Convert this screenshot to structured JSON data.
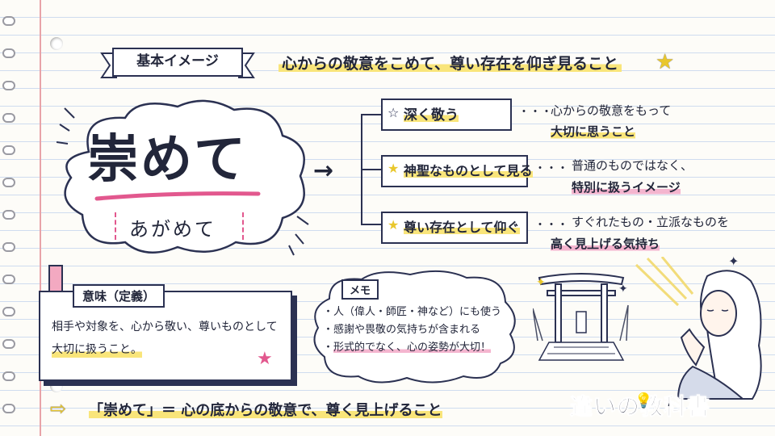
{
  "banner": {
    "label": "基本イメージ"
  },
  "headline": {
    "text": "心からの敬意をこめて、尊い存在を仰ぎ見ること"
  },
  "main_word": {
    "kanji": "崇めて",
    "reading": "あがめて"
  },
  "branches": [
    {
      "label": "深く敬う",
      "desc_line1": "心からの敬意をもって",
      "desc_line2": "大切に思うこと"
    },
    {
      "label": "神聖なものとして見る",
      "desc_line1": "普通のものではなく、",
      "desc_line2": "特別に扱うイメージ"
    },
    {
      "label": "尊い存在として仰ぐ",
      "desc_line1": "すぐれたもの・立派なものを",
      "desc_line2": "高く見上げる気持ち"
    }
  ],
  "ellipsis": "・・・",
  "meaning": {
    "title": "意味（定義）",
    "line1": "相手や対象を、心から敬い、尊いものとして",
    "line2": "大切に扱うこと。"
  },
  "memo": {
    "title": "メモ",
    "items": [
      "人（偉人・師匠・神など）にも使う",
      "感謝や畏敬の気持ちが含まれる",
      "形式的でなく、心の姿勢が大切！"
    ]
  },
  "footer": {
    "text": "「崇めて」＝ 心の底からの敬意で、尊く見上げること"
  },
  "logo": {
    "text": "違いの教科書"
  },
  "colors": {
    "navy": "#2b3152",
    "yellow": "#f9e57a",
    "pink": "#e2588e",
    "paper": "#fdfcf8"
  }
}
